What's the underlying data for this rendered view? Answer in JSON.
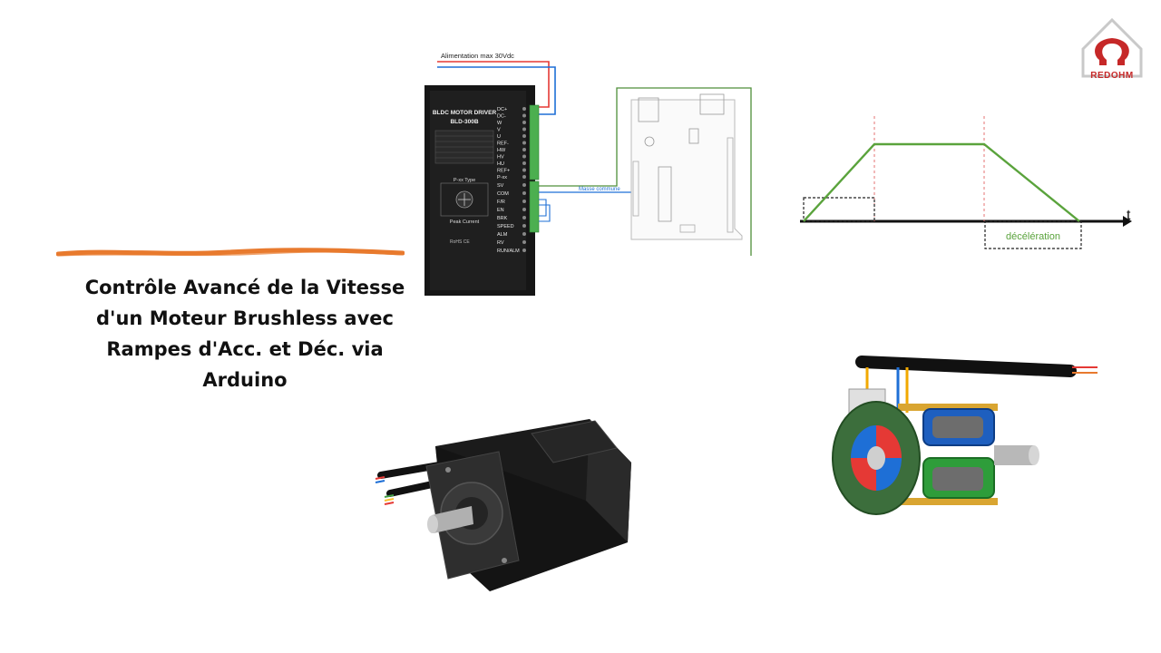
{
  "slide": {
    "title": "Contrôle Avancé de la Vitesse d'un Moteur Brushless avec Rampes d'Acc. et Déc. via Arduino"
  },
  "logo": {
    "text": "REDOHM"
  },
  "wiring": {
    "power_label": "Alimentation  max 30Vdc",
    "ground_label": "Masse commune",
    "driver": {
      "header": "BLDC MOTOR DRIVER",
      "model": "BLD-300B",
      "dial_title": "P-xx Type",
      "dial_caption": "Peak Current",
      "cert": "RoHS CE",
      "terminals_top": [
        "DC+",
        "DC-",
        "W",
        "V",
        "U",
        "REF-",
        "HW",
        "HV",
        "HU",
        "REF+",
        "P-xx"
      ],
      "terminals_bottom": [
        "SV",
        "COM",
        "F/R",
        "EN",
        "BRK",
        "SPEED",
        "ALM",
        "RV",
        "RUN/ALM"
      ]
    }
  },
  "profile": {
    "axis_label": "t",
    "decel_label": "décélération"
  },
  "colors": {
    "accent_orange": "#e87a2e",
    "graph_green": "#5aa33c",
    "wire_red": "#e53935",
    "wire_blue": "#1e6fd6",
    "board_green": "#4f8f3a"
  }
}
